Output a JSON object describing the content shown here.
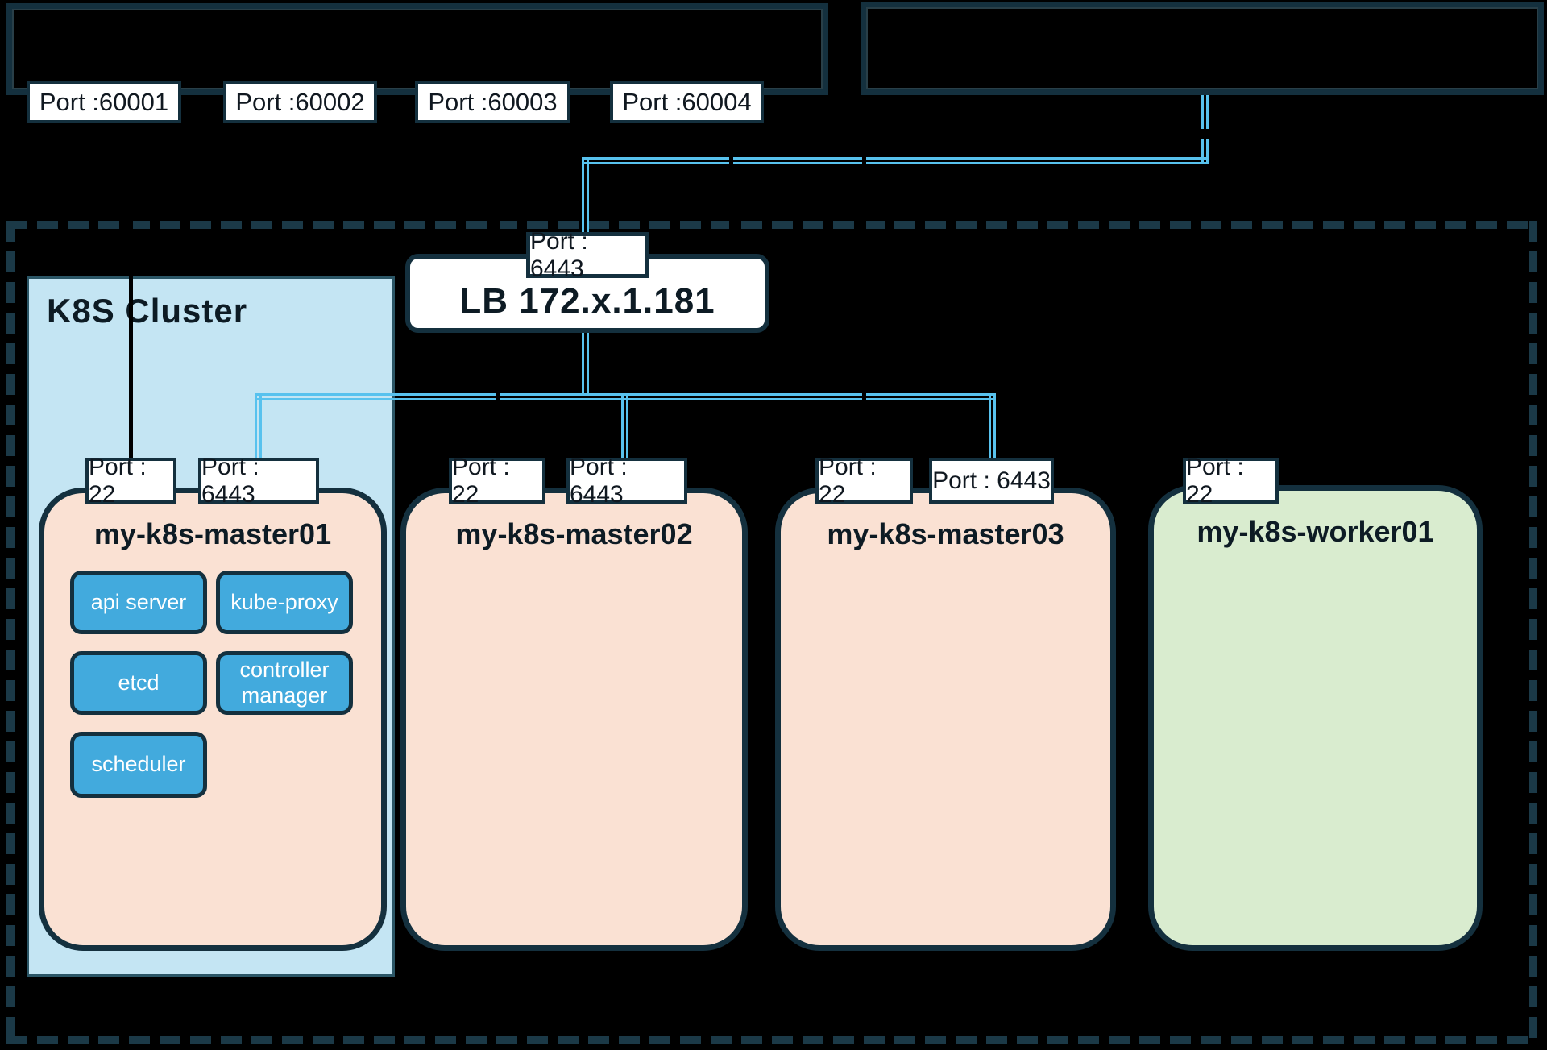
{
  "external": {
    "ports_row": [
      {
        "label": "Port :60001"
      },
      {
        "label": "Port :60002"
      },
      {
        "label": "Port :60003"
      },
      {
        "label": "Port :60004"
      }
    ]
  },
  "cluster": {
    "title": "K8S Cluster"
  },
  "lb": {
    "label": "LB 172.x.1.181",
    "port": "Port : 6443"
  },
  "nodes": {
    "master01": {
      "title": "my-k8s-master01",
      "port_ssh": "Port : 22",
      "port_api": "Port : 6443",
      "components": {
        "api_server": "api server",
        "kube_proxy": "kube-proxy",
        "etcd": "etcd",
        "controller_manager": "controller manager",
        "scheduler": "scheduler"
      }
    },
    "master02": {
      "title": "my-k8s-master02",
      "port_ssh": "Port : 22",
      "port_api": "Port : 6443"
    },
    "master03": {
      "title": "my-k8s-master03",
      "port_ssh": "Port : 22",
      "port_api": "Port : 6443"
    },
    "worker01": {
      "title": "my-k8s-worker01",
      "port_ssh": "Port : 22"
    }
  },
  "colors": {
    "background": "#000000",
    "border_navy": "#14303e",
    "dashed_border": "#1b3947",
    "connector_cyan": "#58c2ee",
    "connector_black": "#000000",
    "cluster_fill": "#c4e5f3",
    "master_fill": "#fae1d3",
    "worker_fill": "#d9eccf",
    "component_fill": "#42aadd",
    "label_fill": "#ffffff"
  }
}
